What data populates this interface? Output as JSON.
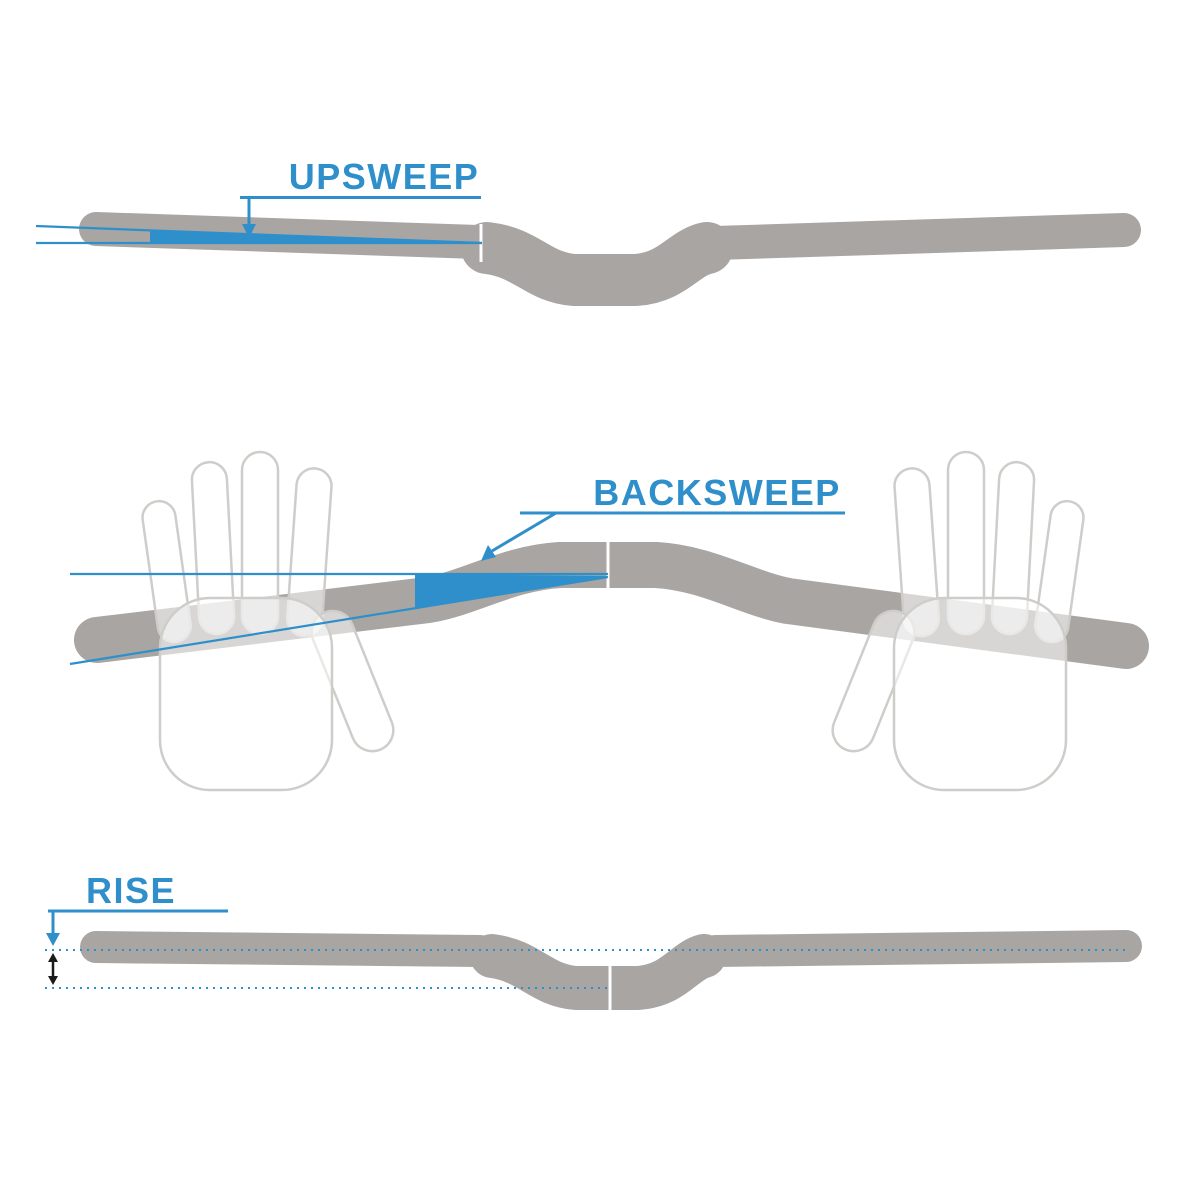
{
  "colors": {
    "accent": "#2F8FCB",
    "bar": "#A9A5A2",
    "hand_outline": "#CFCDCA",
    "rise_arrow": "#1A1A1A",
    "background": "#FFFFFF"
  },
  "sections": {
    "upsweep": {
      "label": "UPSWEEP"
    },
    "backsweep": {
      "label": "BACKSWEEP"
    },
    "rise": {
      "label": "RISE"
    }
  },
  "illustrations": {
    "upsweep_view": "handlebar-front-view-with-upsweep-angle",
    "backsweep_view": "handlebar-top-view-with-hands-and-backsweep-angle",
    "rise_view": "handlebar-front-view-with-rise-reference-lines"
  }
}
